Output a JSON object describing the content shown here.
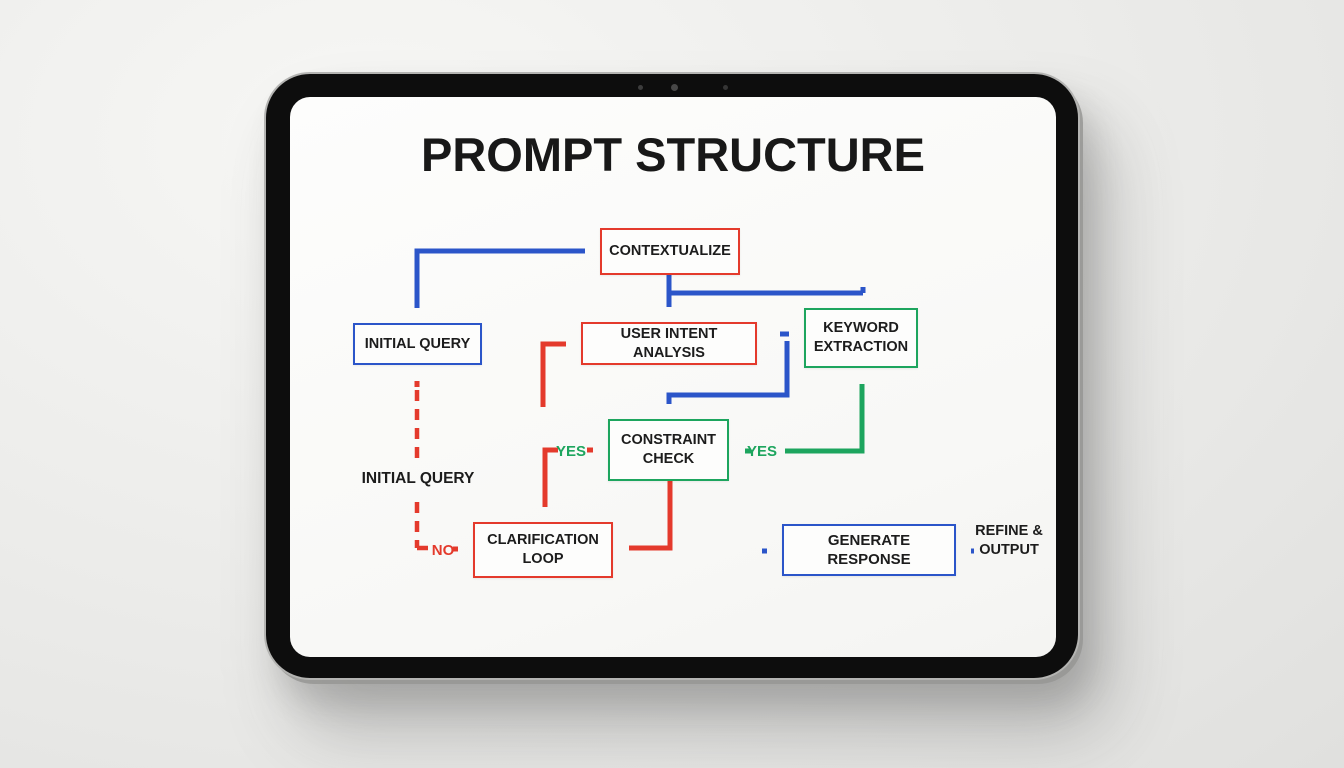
{
  "title": "PROMPT STRUCTURE",
  "colors": {
    "arrow_blue": "#2b55c9",
    "arrow_red": "#e43a2c",
    "arrow_green": "#1da55e",
    "ink": "#1c1c1c",
    "bezel": "#0d0d0d"
  },
  "nodes": [
    {
      "id": "contextualize",
      "label": "CONTEXTUALIZE",
      "border": "red"
    },
    {
      "id": "initial-query",
      "label": "INITIAL QUERY",
      "border": "blue"
    },
    {
      "id": "user-intent-analysis",
      "label": "USER INTENT ANALYSIS",
      "border": "red"
    },
    {
      "id": "keyword-extraction",
      "label": "KEYWORD EXTRACTION",
      "border": "green"
    },
    {
      "id": "constraint-check",
      "label": "CONSTRAINT CHECK",
      "border": "green"
    },
    {
      "id": "clarification-loop",
      "label": "CLARIFICATION LOOP",
      "border": "red"
    },
    {
      "id": "generate-response",
      "label": "GENERATE RESPONSE",
      "border": "blue"
    }
  ],
  "labels": {
    "initial_query_note": "INITIAL QUERY",
    "yes_left": "YES",
    "yes_right": "YES",
    "no": "NO",
    "refine_line1": "REFINE &",
    "refine_line2": "OUTPUT"
  },
  "edges": [
    {
      "between": [
        "INITIAL QUERY",
        "CONTEXTUALIZE"
      ],
      "color": "blue",
      "style": "solid",
      "arrowheads": "both ends"
    },
    {
      "from": "CONTEXTUALIZE",
      "to": "USER INTENT ANALYSIS",
      "color": "blue",
      "style": "solid"
    },
    {
      "from": "CONTEXTUALIZE",
      "to": "KEYWORD EXTRACTION",
      "color": "blue",
      "style": "solid"
    },
    {
      "from": "USER INTENT ANALYSIS area",
      "to": "CONSTRAINT CHECK",
      "color": "blue",
      "style": "solid",
      "also_points_to": "KEYWORD EXTRACTION (left side)"
    },
    {
      "from": "below",
      "to": "USER INTENT ANALYSIS",
      "color": "red",
      "style": "solid"
    },
    {
      "label": "YES",
      "to": [
        "CONSTRAINT CHECK",
        "CLARIFICATION LOOP"
      ],
      "color": "red",
      "style": "solid"
    },
    {
      "from": "CONSTRAINT CHECK",
      "to": "CLARIFICATION LOOP",
      "color": "red",
      "style": "solid"
    },
    {
      "label": "YES",
      "from": "CONSTRAINT CHECK right side",
      "to": "KEYWORD EXTRACTION",
      "color": "green",
      "style": "solid",
      "arrowheads": "both ends"
    },
    {
      "label": "NO",
      "from": "CLARIFICATION LOOP side",
      "to": "INITIAL QUERY",
      "color": "red",
      "style": "dashed",
      "arrowheads": "both ends"
    },
    {
      "from": "left",
      "to": "GENERATE RESPONSE",
      "color": "blue",
      "style": "solid"
    },
    {
      "from": "REFINE & OUTPUT",
      "to": "GENERATE RESPONSE",
      "color": "blue",
      "style": "solid"
    }
  ]
}
